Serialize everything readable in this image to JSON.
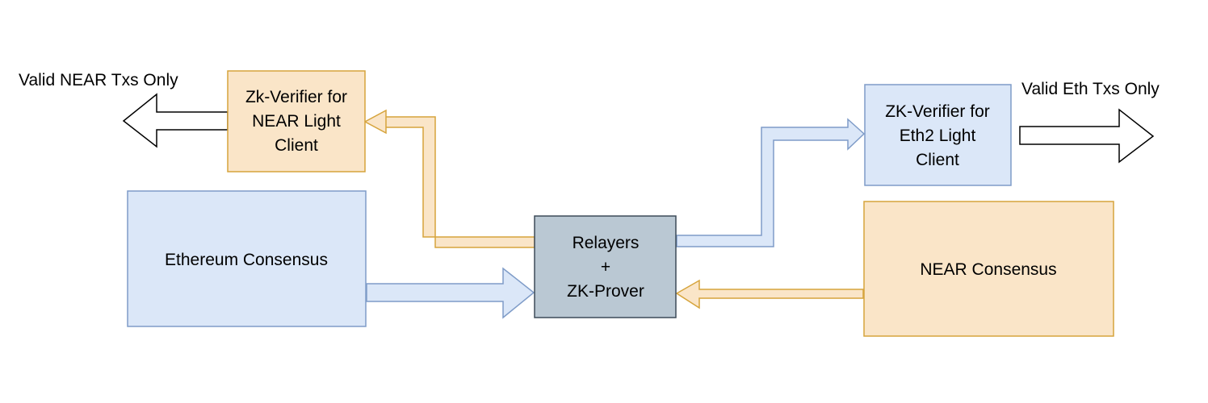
{
  "nodes": {
    "zk_verifier_near": {
      "lines": [
        "Zk-Verifier for",
        "NEAR Light",
        "Client"
      ]
    },
    "zk_verifier_eth2": {
      "lines": [
        "ZK-Verifier for",
        "Eth2 Light",
        "Client"
      ]
    },
    "ethereum_consensus": {
      "label": "Ethereum Consensus"
    },
    "near_consensus": {
      "label": "NEAR Consensus"
    },
    "relayers_prover": {
      "lines": [
        "Relayers",
        "+",
        "ZK-Prover"
      ]
    }
  },
  "outputs": {
    "near_output_label": "Valid NEAR Txs Only",
    "eth_output_label": "Valid Eth Txs Only"
  },
  "colors": {
    "orange_fill": "#fae5c8",
    "orange_stroke": "#d6a43c",
    "blue_fill": "#dbe7f8",
    "blue_stroke": "#7f9cc8",
    "gray_fill": "#bac8d3",
    "gray_stroke": "#3d4b58",
    "black": "#000000"
  }
}
